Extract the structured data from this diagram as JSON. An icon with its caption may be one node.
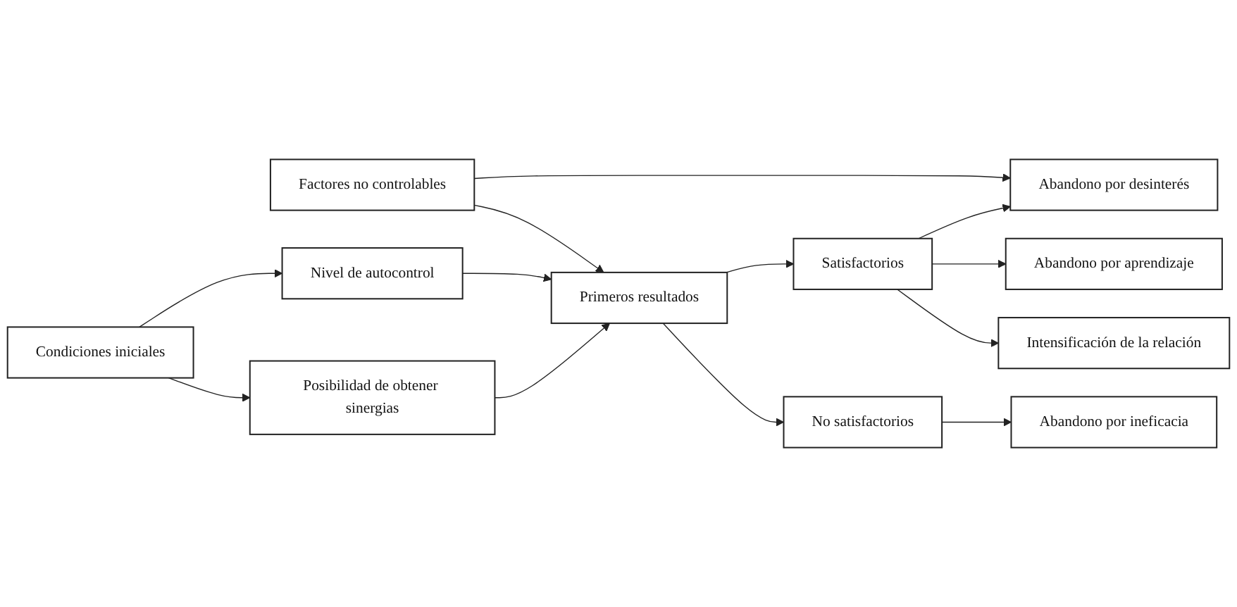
{
  "diagram": {
    "nodes": [
      {
        "text": [
          "Factores no controlables"
        ]
      },
      {
        "text": [
          "Abandono por desinterés"
        ]
      },
      {
        "text": [
          "Nivel de autocontrol"
        ]
      },
      {
        "text": [
          "Satisfactorios"
        ]
      },
      {
        "text": [
          "Abandono por aprendizaje"
        ]
      },
      {
        "text": [
          "Condiciones iniciales"
        ]
      },
      {
        "text": [
          "Primeros resultados"
        ]
      },
      {
        "text": [
          "Intensificación de la relación"
        ]
      },
      {
        "text": [
          "Posibilidad de obtener sinergias"
        ]
      },
      {
        "text": [
          "No satisfactorios"
        ]
      },
      {
        "text": [
          "Abandono por ineficacia"
        ]
      }
    ],
    "edges": [
      {
        "from": 0,
        "to": 1,
        "arrow": "to"
      },
      {
        "from": 0,
        "to": 6,
        "arrow": "to"
      },
      {
        "from": 5,
        "to": 2,
        "arrow": "to"
      },
      {
        "from": 5,
        "to": 8,
        "arrow": "to"
      },
      {
        "from": 2,
        "to": 6,
        "arrow": "to"
      },
      {
        "from": 8,
        "to": 6,
        "arrow": "to"
      },
      {
        "from": 6,
        "to": 3,
        "arrow": "to"
      },
      {
        "from": 6,
        "to": 9,
        "arrow": "to"
      },
      {
        "from": 3,
        "to": 1,
        "arrow": "to"
      },
      {
        "from": 3,
        "to": 4,
        "arrow": "to"
      },
      {
        "from": 3,
        "to": 7,
        "arrow": "to"
      },
      {
        "from": 9,
        "to": 10,
        "arrow": "to"
      }
    ]
  }
}
